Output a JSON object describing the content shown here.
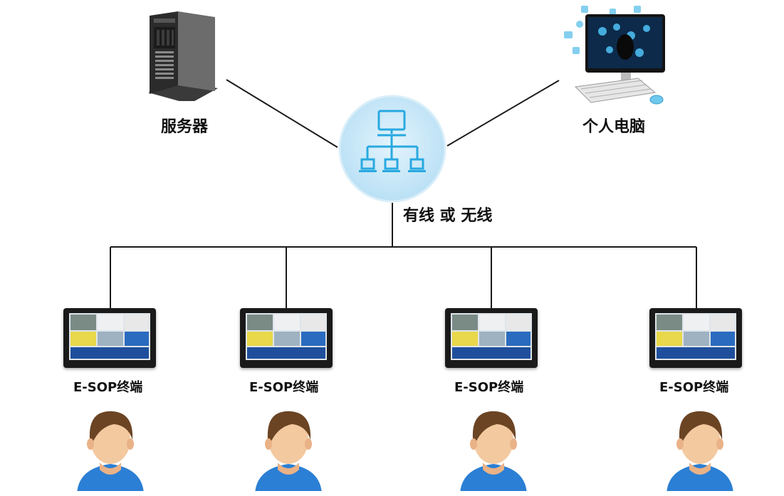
{
  "labels": {
    "server": "服务器",
    "pc": "个人电脑",
    "network": "有线 或 无线",
    "terminal": "E-SOP终端"
  },
  "terminals": [
    {
      "label": "E-SOP终端"
    },
    {
      "label": "E-SOP终端"
    },
    {
      "label": "E-SOP终端"
    },
    {
      "label": "E-SOP终端"
    }
  ],
  "colors": {
    "line": "#1a1a1a",
    "hub_fill": "#cfe9f7",
    "hub_icon": "#29a9e0",
    "person_shirt": "#2b7fd4",
    "person_hair": "#6b4424",
    "person_skin": "#f3c9a0"
  }
}
